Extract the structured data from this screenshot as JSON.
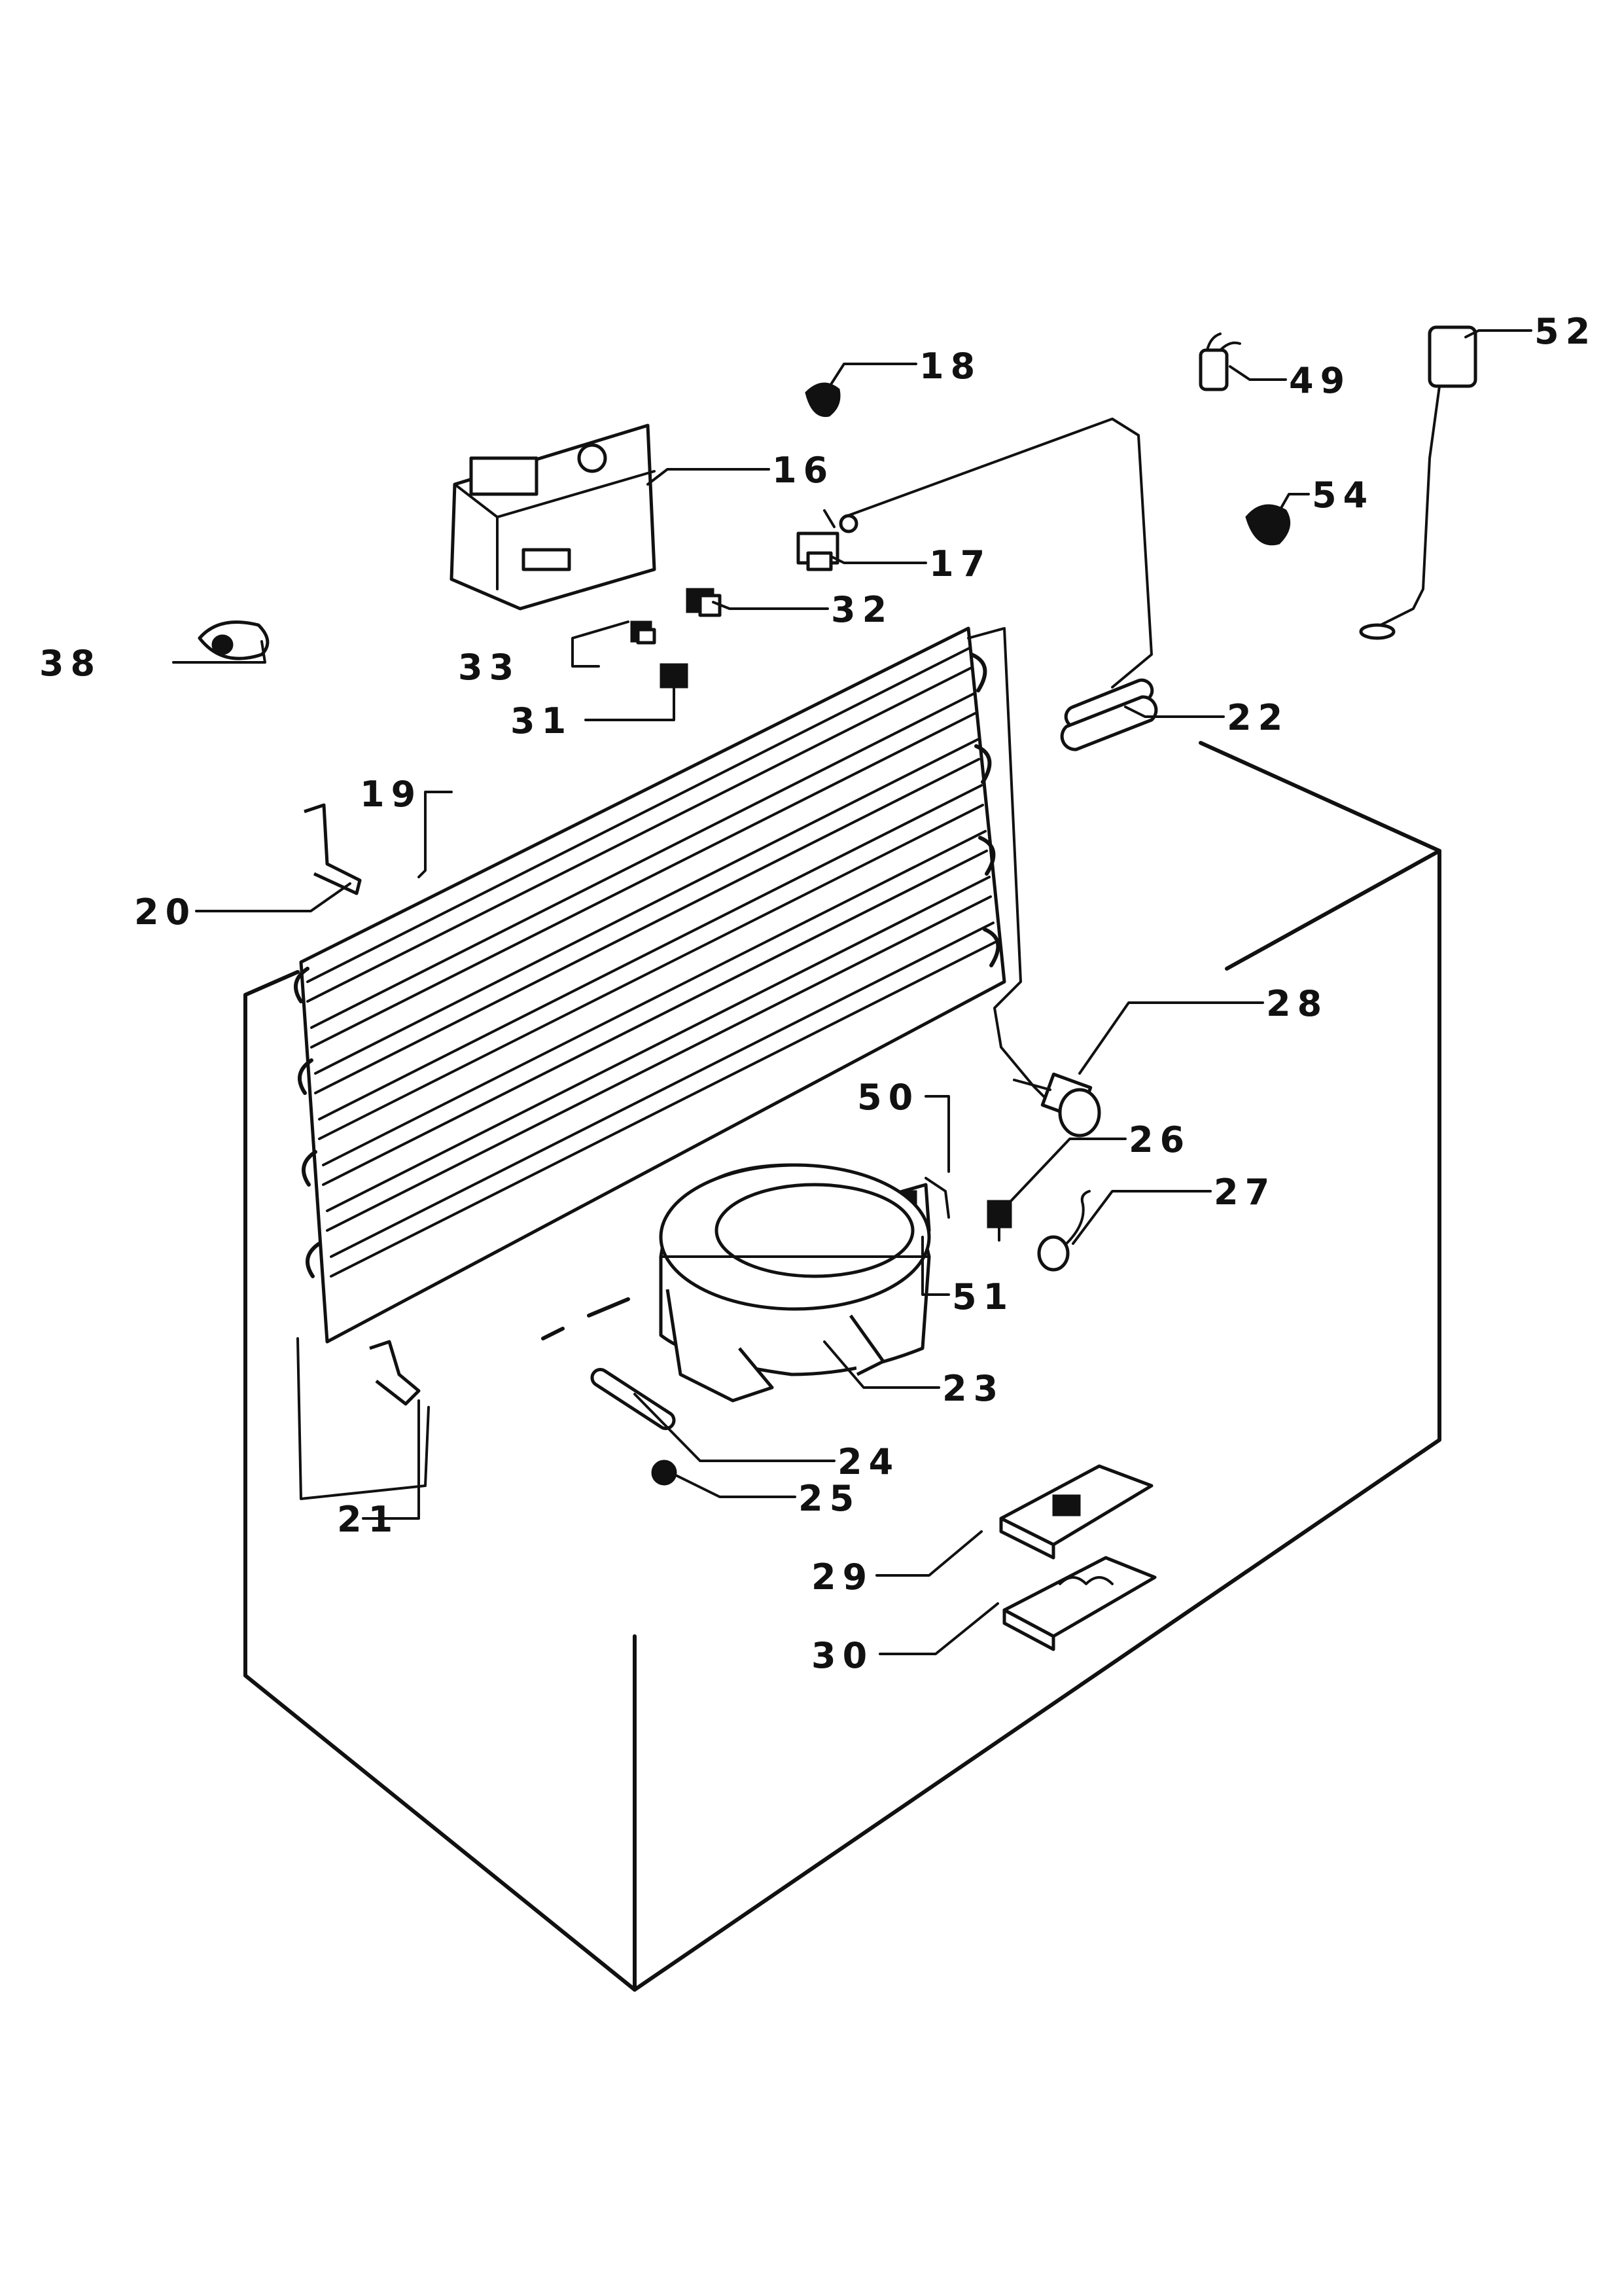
{
  "labels": {
    "p16": "16",
    "p17": "17",
    "p18": "18",
    "p19": "19",
    "p20": "20",
    "p21": "21",
    "p22": "22",
    "p23": "23",
    "p24": "24",
    "p25": "25",
    "p26": "26",
    "p27": "27",
    "p28": "28",
    "p29": "29",
    "p30": "30",
    "p31": "31",
    "p32": "32",
    "p33": "33",
    "p38": "38",
    "p49": "49",
    "p50": "50",
    "p51": "51",
    "p52": "52",
    "p54": "54"
  }
}
